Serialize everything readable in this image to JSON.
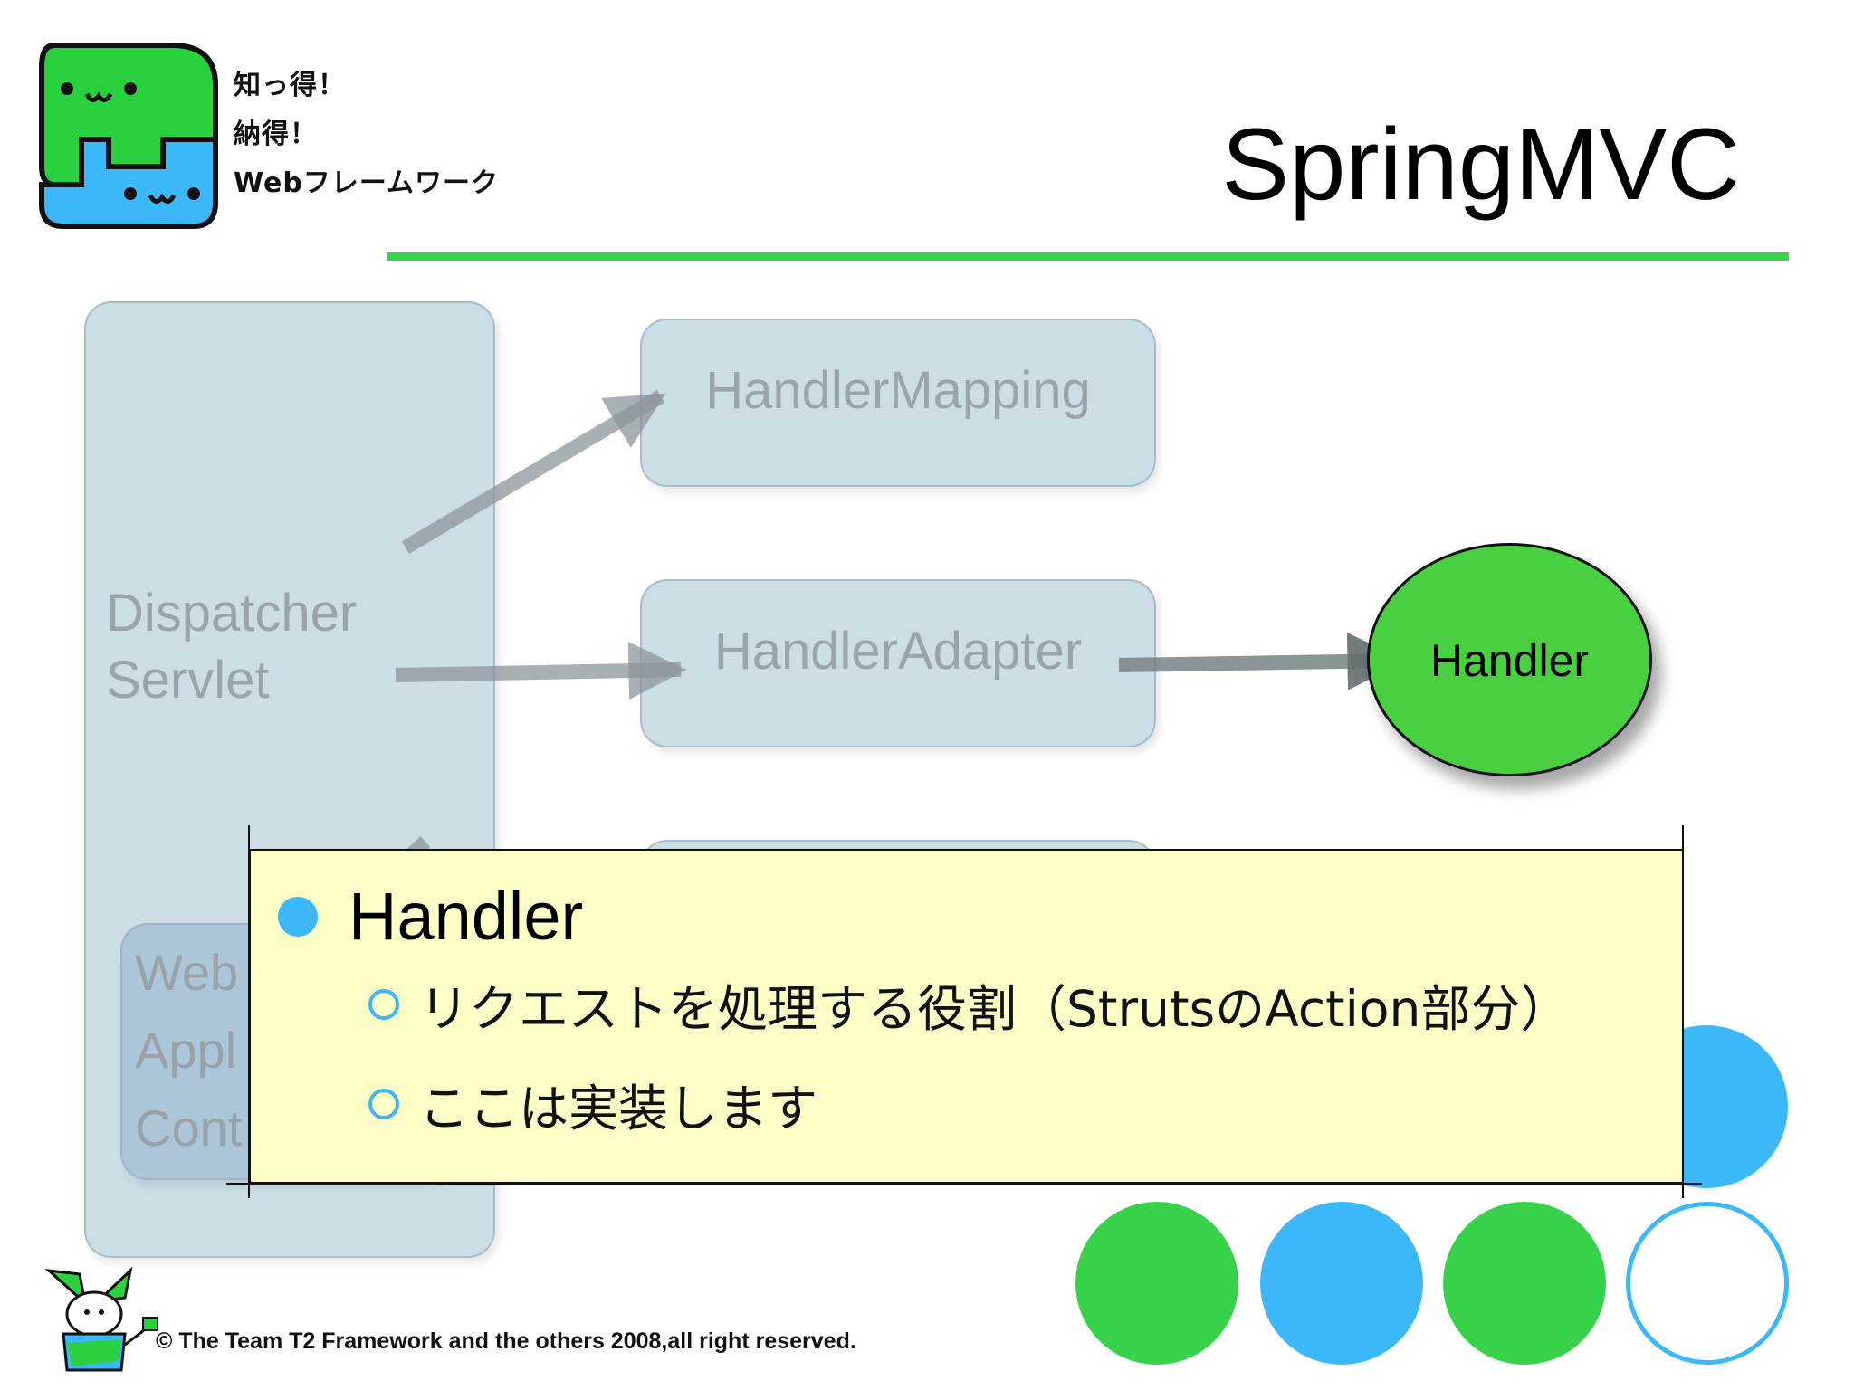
{
  "logo": {
    "lines": [
      "知っ得！",
      "納得！",
      "Webフレームワーク"
    ],
    "colors": {
      "green": "#2ad13f",
      "blue": "#3cb8fa"
    }
  },
  "title": "SpringMVC",
  "diagram": {
    "dispatcher": "Dispatcher\nServlet",
    "web_app_context": "Web\nAppl\nCont",
    "handler_mapping": "HandlerMapping",
    "handler_adapter": "HandlerAdapter",
    "handler": "Handler"
  },
  "callout": {
    "heading": "Handler",
    "items": [
      "リクエストを処理する役割（StrutsのAction部分）",
      "ここは実装します"
    ]
  },
  "footer": {
    "copyright": "© The Team T2 Framework and the others 2008,all right reserved."
  },
  "colors": {
    "accent_green": "#39d14d",
    "accent_blue": "#3cb8fa",
    "handler_fill": "#48d040",
    "callout_bg": "#fdfdc8"
  }
}
